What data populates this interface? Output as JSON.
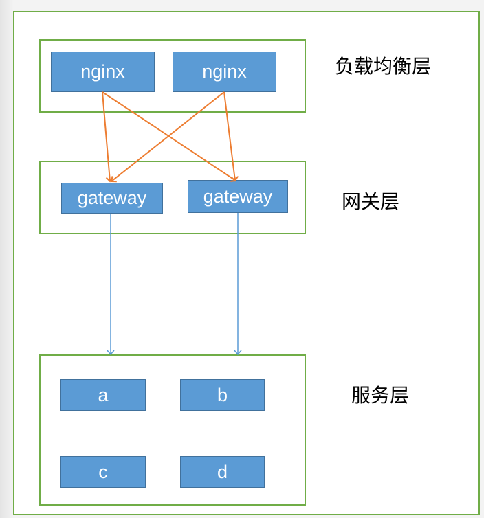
{
  "layers": {
    "load_balancer": {
      "label": "负载均衡层",
      "nodes": [
        "nginx",
        "nginx"
      ]
    },
    "gateway": {
      "label": "网关层",
      "nodes": [
        "gateway",
        "gateway"
      ]
    },
    "service": {
      "label": "服务层",
      "nodes": [
        "a",
        "b",
        "c",
        "d"
      ]
    }
  },
  "colors": {
    "frame_border": "#70ad47",
    "node_fill": "#5b9bd5",
    "node_text": "#ffffff",
    "edge_lb_to_gateway": "#ed7d31",
    "edge_gateway_to_service": "#5b9bd5"
  }
}
